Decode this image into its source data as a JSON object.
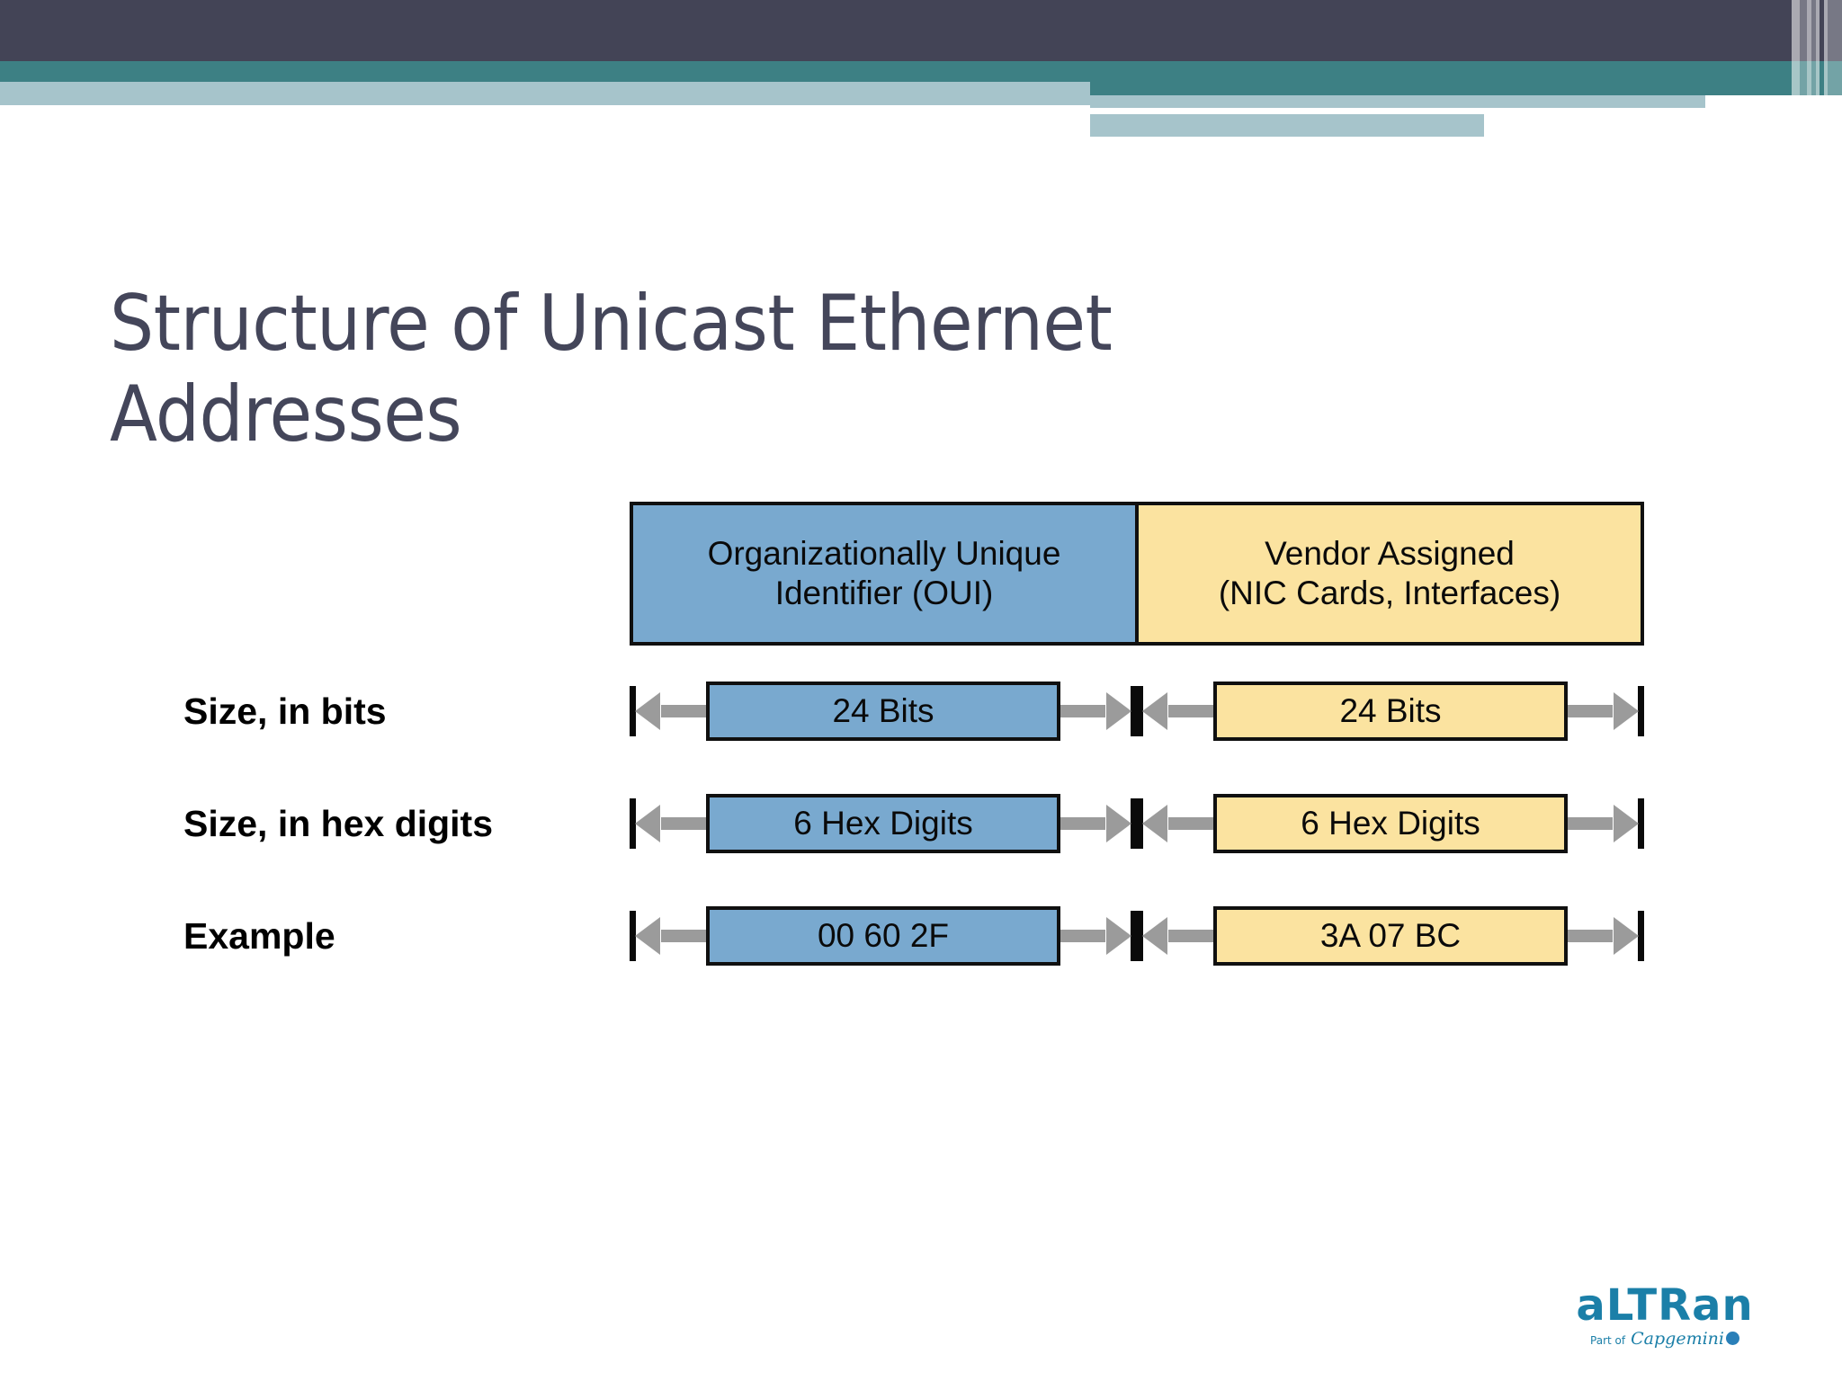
{
  "slide": {
    "title": "Structure of Unicast Ethernet\nAddresses",
    "title_color": "#44465a",
    "background": "#ffffff"
  },
  "header_decor": {
    "dark_band_color": "#434456",
    "teal_band_color": "#3d8084",
    "light_band_color": "#a6c4cb"
  },
  "diagram": {
    "type": "table",
    "colors": {
      "oui_fill": "#79a9cf",
      "vendor_fill": "#fbe3a0",
      "outline": "#101010",
      "arrow": "#9b9b9b"
    },
    "header": {
      "oui": "Organizationally Unique\nIdentifier (OUI)",
      "vendor": "Vendor Assigned\n(NIC Cards, Interfaces)"
    },
    "rows": [
      {
        "label": "Size, in bits",
        "oui": "24 Bits",
        "vendor": "24 Bits"
      },
      {
        "label": "Size, in hex digits",
        "oui": "6 Hex Digits",
        "vendor": "6 Hex Digits"
      },
      {
        "label": "Example",
        "oui": "00 60 2F",
        "vendor": "3A 07 BC"
      }
    ]
  },
  "logo": {
    "wordmark": "aLTRan",
    "tagline_prefix": "Part of",
    "tagline_brand": "Capgemini",
    "color": "#1b7fa8"
  }
}
